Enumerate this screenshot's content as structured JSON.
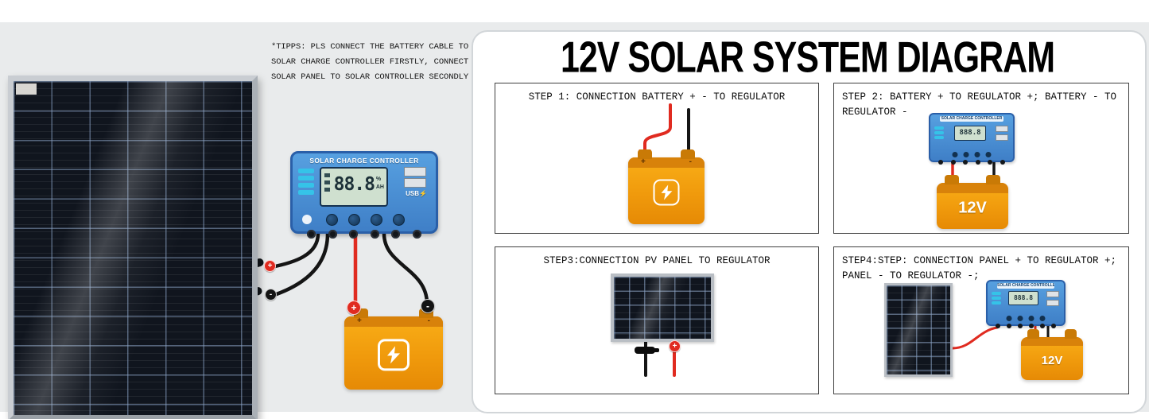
{
  "tips": {
    "lines": [
      "*TIPPS: PLS CONNECT THE BATTERY CABLE TO",
      "SOLAR CHARGE CONTROLLER FIRSTLY, CONNECT",
      "SOLAR PANEL TO SOLAR CONTROLLER SECONDLY"
    ]
  },
  "diagram": {
    "title": "12V SOLAR SYSTEM DIAGRAM",
    "steps": [
      {
        "label": "STEP 1: CONNECTION BATTERY + - TO REGULATOR"
      },
      {
        "label": "STEP 2: BATTERY + TO REGULATOR +; BATTERY - TO REGULATOR -"
      },
      {
        "label": "STEP3:CONNECTION PV PANEL TO REGULATOR"
      },
      {
        "label": "STEP4:STEP: CONNECTION PANEL + TO REGULATOR +; PANEL - TO REGULATOR -;"
      }
    ]
  },
  "controller": {
    "title": "SOLAR CHARGE CONTROLLER",
    "lcd_value": "88.8",
    "unit_percent": "%",
    "unit_ah": "AH",
    "usb_label": "USB"
  },
  "mini_controller": {
    "lcd_value": "888.8"
  },
  "battery": {
    "voltage": "12V",
    "plus": "+",
    "minus": "-"
  },
  "icons": {
    "lightning": "⚡"
  },
  "colors": {
    "background_gray": "#e9ebec",
    "battery_orange": "#F09A0C",
    "controller_blue": "#4A8FD6",
    "lcd_green": "#CFE0CF",
    "wire_red": "#E02B20",
    "wire_black": "#151515",
    "pill_cyan": "#35C3E8"
  }
}
